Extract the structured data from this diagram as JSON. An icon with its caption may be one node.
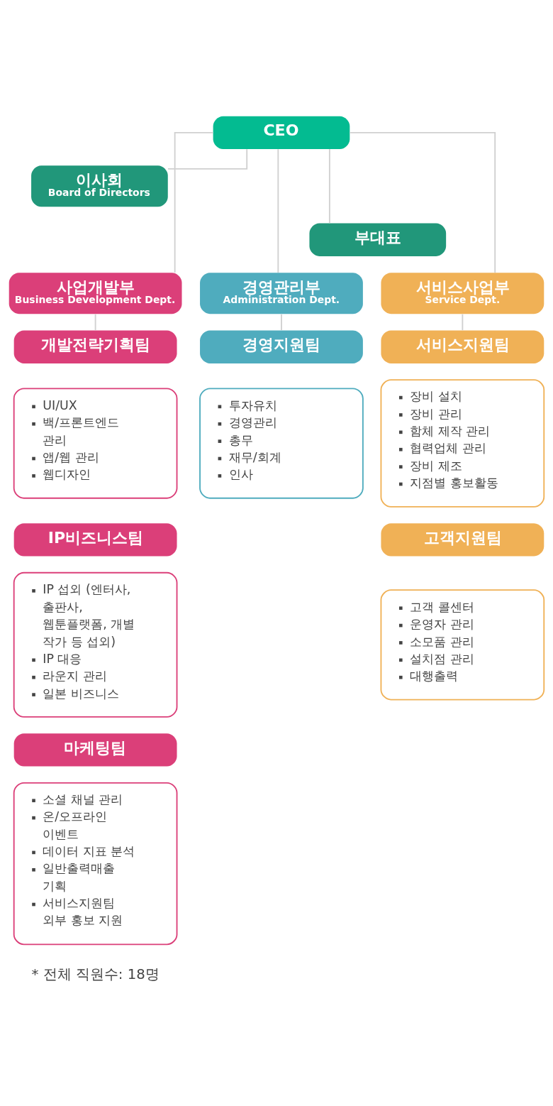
{
  "diagram": {
    "nodes": [
      {
        "text": [
          "CEO"
        ]
      },
      {
        "text": [
          "이사회",
          "Board of Directors"
        ]
      },
      {
        "text": [
          "부대표"
        ]
      },
      {
        "text": [
          "사업개발부",
          "Business Development Dept."
        ]
      },
      {
        "text": [
          "경영관리부",
          "Administration Dept."
        ]
      },
      {
        "text": [
          "서비스사업부",
          "Service Dept."
        ]
      },
      {
        "text": [
          "개발전략기획팀"
        ]
      },
      {
        "text": [
          "UI/UX",
          "백/프론트엔드 관리",
          "앱/웹 관리",
          "웹디자인"
        ]
      },
      {
        "text": [
          "경영지원팀"
        ]
      },
      {
        "text": [
          "투자유치",
          "경영관리",
          "총무",
          "재무/회계",
          "인사"
        ]
      },
      {
        "text": [
          "서비스지원팀"
        ]
      },
      {
        "text": [
          "장비 설치",
          "장비 관리",
          "함체 제작 관리",
          "협력업체 관리",
          "장비 제조",
          "지점별 홍보활동"
        ]
      },
      {
        "text": [
          "IP비즈니스팀"
        ]
      },
      {
        "text": [
          "IP 섭외 (엔터사, 출판사, 웹툰플랫폼, 개별 작가 등 섭외)",
          "IP 대응",
          "라운지 관리",
          "일본 비즈니스"
        ]
      },
      {
        "text": [
          "고객지원팀"
        ]
      },
      {
        "text": [
          "고객 콜센터",
          "운영자 관리",
          "소모품 관리",
          "설치점 관리",
          "대행출력"
        ]
      },
      {
        "text": [
          "마케팅팀"
        ]
      },
      {
        "text": [
          "소셜 채널 관리",
          "온/오프라인 이벤트",
          "데이터 지표 분석",
          "일반출력매출 기획",
          "서비스지원팀 외부 홍보 지원"
        ]
      }
    ],
    "edges": [
      {
        "from": 0,
        "to": 1,
        "arrow": "none"
      },
      {
        "from": 0,
        "to": 2,
        "arrow": "none"
      },
      {
        "from": 0,
        "to": 3,
        "arrow": "none"
      },
      {
        "from": 0,
        "to": 4,
        "arrow": "none"
      },
      {
        "from": 0,
        "to": 5,
        "arrow": "none"
      },
      {
        "from": 3,
        "to": 6,
        "arrow": "none"
      },
      {
        "from": 4,
        "to": 8,
        "arrow": "none"
      },
      {
        "from": 5,
        "to": 10,
        "arrow": "none"
      }
    ],
    "labels": [
      "* 전체 직원수: 18명"
    ]
  }
}
